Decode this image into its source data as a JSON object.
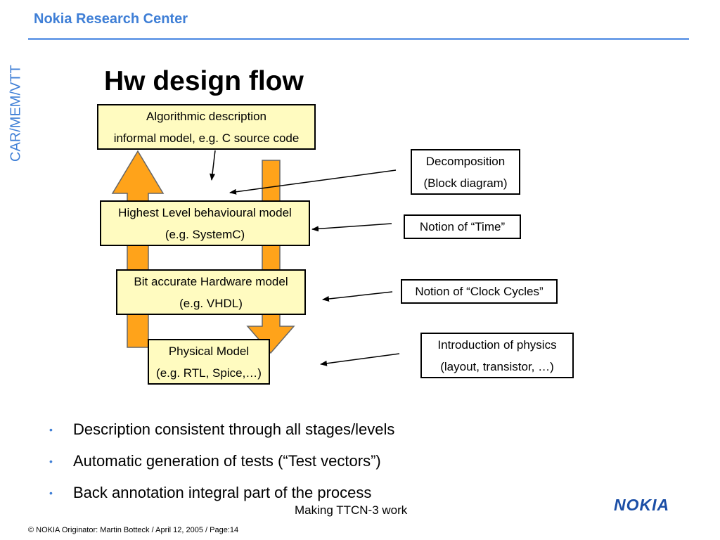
{
  "header": {
    "org": "Nokia Research Center",
    "side_label": "CAR/MEM/VTT"
  },
  "slide": {
    "title": "Hw design flow"
  },
  "diagram": {
    "stages": [
      {
        "line1": "Algorithmic description",
        "line2": "informal model, e.g. C source code"
      },
      {
        "line1": "Highest Level behavioural model",
        "line2": "(e.g. SystemC)"
      },
      {
        "line1": "Bit accurate Hardware model",
        "line2": "(e.g. VHDL)"
      },
      {
        "line1": "Physical Model",
        "line2": "(e.g. RTL, Spice,…)"
      }
    ],
    "notes": [
      {
        "line1": "Decomposition",
        "line2": "(Block diagram)"
      },
      {
        "line1": "Notion of “Time”"
      },
      {
        "line1": "Notion of “Clock Cycles”"
      },
      {
        "line1": "Introduction of physics",
        "line2": "(layout, transistor, …)"
      }
    ],
    "colors": {
      "box_fill": "#fffbc0",
      "arrow_fill": "#ffa31a",
      "accent": "#3f7fd6"
    }
  },
  "bullets": [
    "Description consistent through all stages/levels",
    "Automatic generation of tests (“Test vectors”)",
    "Back annotation integral part of the process"
  ],
  "footer": {
    "center": "Making TTCN-3 work",
    "copyright": "© NOKIA  Originator: Martin Botteck / April 12, 2005 / Page:14",
    "logo": "NOKIA"
  }
}
